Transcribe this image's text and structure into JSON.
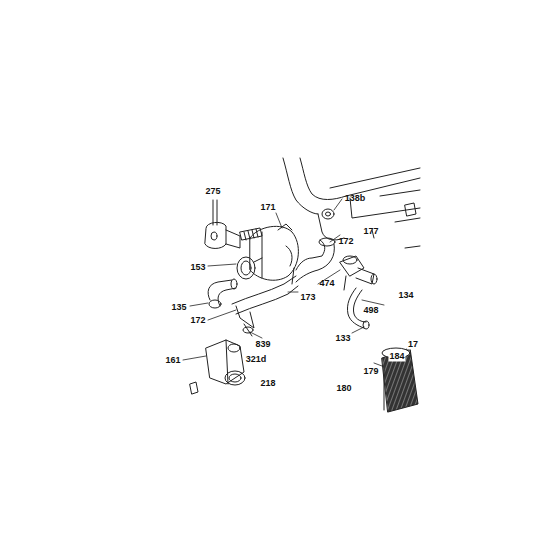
{
  "diagram": {
    "labels": [
      "275",
      "171",
      "138b",
      "172",
      "177",
      "153",
      "474",
      "173",
      "134",
      "498",
      "135",
      "172",
      "839",
      "133",
      "321d",
      "161",
      "218",
      "184",
      "17",
      "179",
      "180"
    ]
  }
}
